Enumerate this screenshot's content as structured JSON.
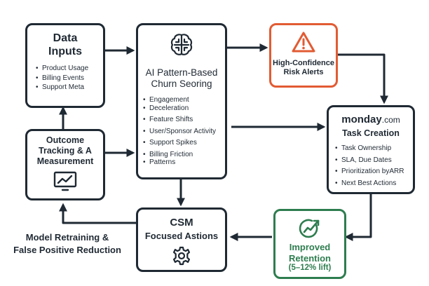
{
  "colors": {
    "stroke": "#1f2933",
    "alert": "#e25b33",
    "retention": "#2e7d4f"
  },
  "icons": [
    "brain-icon",
    "warning-icon",
    "monitor-chart-icon",
    "gear-icon",
    "growth-arrow-icon"
  ],
  "nodes": {
    "data_inputs": {
      "title": [
        "Data",
        "Inputs"
      ],
      "items": [
        "Product Usage",
        "Billing Events",
        "Support Meta"
      ]
    },
    "ai_scoring": {
      "title": [
        "AI Pattern-Based",
        "Churn Seoring"
      ],
      "items": [
        "Engagement",
        "Deceleration",
        "Feature Shifts",
        "User/Sponsor Activity",
        "Support Spikes",
        "Billing Friction",
        "Patterns"
      ]
    },
    "risk_alerts": {
      "title": [
        "High-Confidence",
        "Risk Alerts"
      ]
    },
    "task_creation": {
      "brand_main": "monday",
      "brand_suffix": ".com",
      "title": "Task Creation",
      "items": [
        "Task Ownership",
        "SLA, Due Dates",
        "Prioritization byARR",
        "Next Best Actions"
      ]
    },
    "outcome_tracking": {
      "title": [
        "Outcome",
        "Tracking & A",
        "Measurement"
      ]
    },
    "csm_actions": {
      "title": [
        "CSM",
        "Focused Astions"
      ]
    },
    "retention": {
      "title": [
        "Improved",
        "Retention",
        "(5–12% lift)"
      ]
    }
  },
  "labels": {
    "retraining": [
      "Model Retraining &",
      "False Positive Reduction"
    ]
  }
}
